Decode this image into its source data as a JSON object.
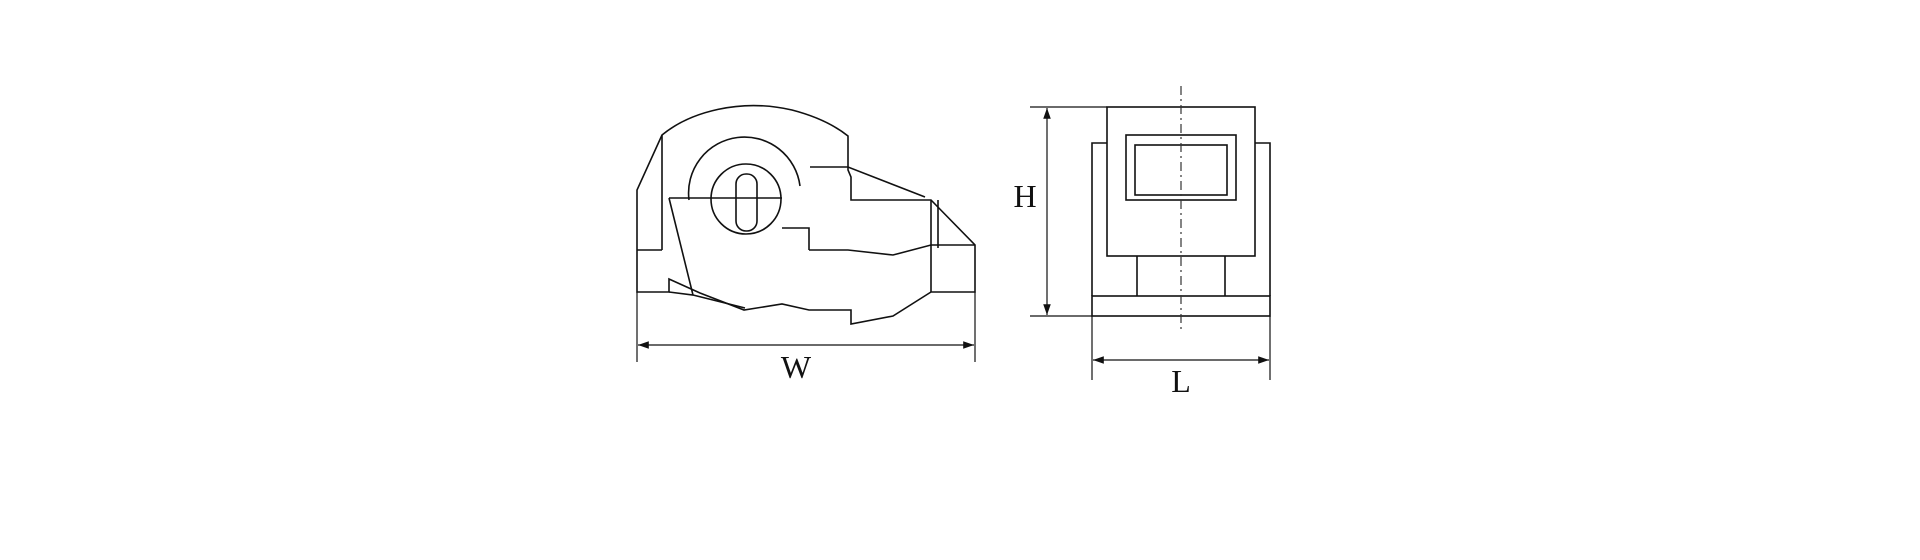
{
  "dimensions": {
    "width_label": "W",
    "height_label": "H",
    "length_label": "L"
  },
  "colors": {
    "line": "#111111",
    "background": "#ffffff"
  }
}
